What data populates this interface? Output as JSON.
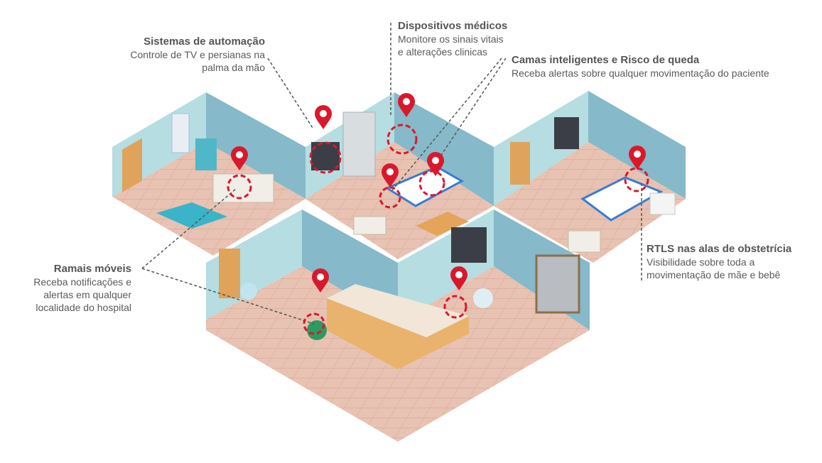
{
  "callouts": {
    "automation": {
      "title": "Sistemas de automação",
      "lines": [
        "Controle de TV e persianas na",
        "palma da mão"
      ]
    },
    "devices": {
      "title": "Dispositivos médicos",
      "lines": [
        "Monitore os sinais vitais",
        "e alterações clinicas"
      ]
    },
    "beds": {
      "title": "Camas inteligentes e Risco de queda",
      "lines": [
        "Receba alertas sobre qualquer movimentação do paciente"
      ]
    },
    "rtls": {
      "title": "RTLS nas alas de obstetrícia",
      "lines": [
        "Visibilidade sobre toda a",
        "movimentação de mãe e bebê"
      ]
    },
    "mobile": {
      "title": "Ramais móveis",
      "lines": [
        "Receba notificações e",
        "alertas em qualquer",
        "localidade do hospital"
      ]
    }
  },
  "colors": {
    "pin": "#d9192b",
    "wall_light": "#b5dde2",
    "wall_dark": "#86b9c9",
    "floor": "#e8c2b2",
    "tile_line": "#d7a998",
    "text": "#5a5a5a"
  }
}
